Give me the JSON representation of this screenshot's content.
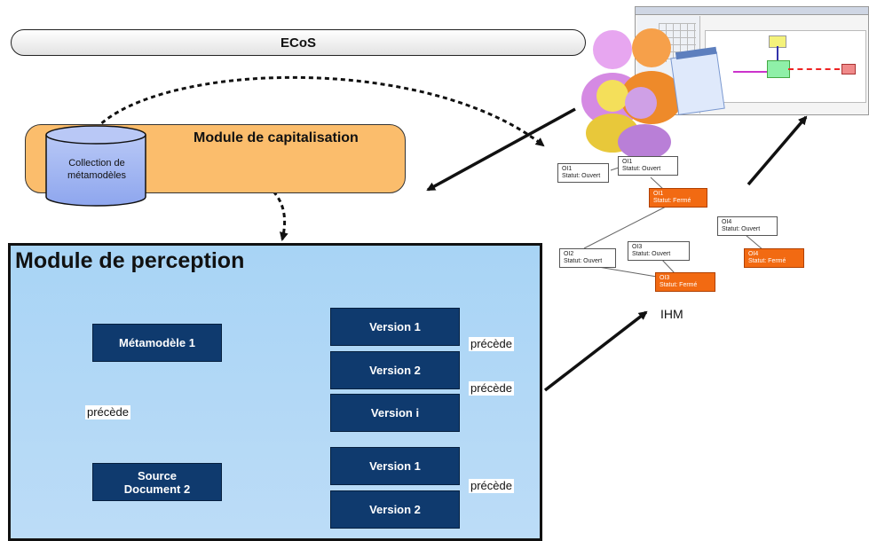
{
  "ecos_label": "ECoS",
  "capitalisation": {
    "title": "Module de capitalisation",
    "collection_label_line1": "Collection de",
    "collection_label_line2": "métamodèles"
  },
  "perception": {
    "title": "Module de perception",
    "metamodel1": "Métamodèle 1",
    "source_doc_line1": "Source",
    "source_doc_line2": "Document 2",
    "upper_versions": [
      "Version 1",
      "Version 2",
      "Version i"
    ],
    "lower_versions": [
      "Version 1",
      "Version 2"
    ],
    "precede_label": "précède"
  },
  "ihm": {
    "label": "IHM",
    "nodes": [
      {
        "name": "OI1",
        "status": "Statut: Ouvert",
        "closed": false
      },
      {
        "name": "OI1",
        "status": "Statut: Ouvert",
        "closed": false
      },
      {
        "name": "OI1",
        "status": "Statut: Fermé",
        "closed": true
      },
      {
        "name": "OI4",
        "status": "Statut: Ouvert",
        "closed": false
      },
      {
        "name": "OI3",
        "status": "Statut: Ouvert",
        "closed": false
      },
      {
        "name": "OI2",
        "status": "Statut: Ouvert",
        "closed": false
      },
      {
        "name": "OI4",
        "status": "Statut: Fermé",
        "closed": true
      },
      {
        "name": "OI3",
        "status": "Statut: Fermé",
        "closed": true
      }
    ]
  },
  "colors": {
    "capitalisation_fill": "#fbbd6c",
    "perception_fill": "#a8d4f5",
    "box_fill": "#0f3a6e",
    "closed_node": "#f26a12"
  }
}
